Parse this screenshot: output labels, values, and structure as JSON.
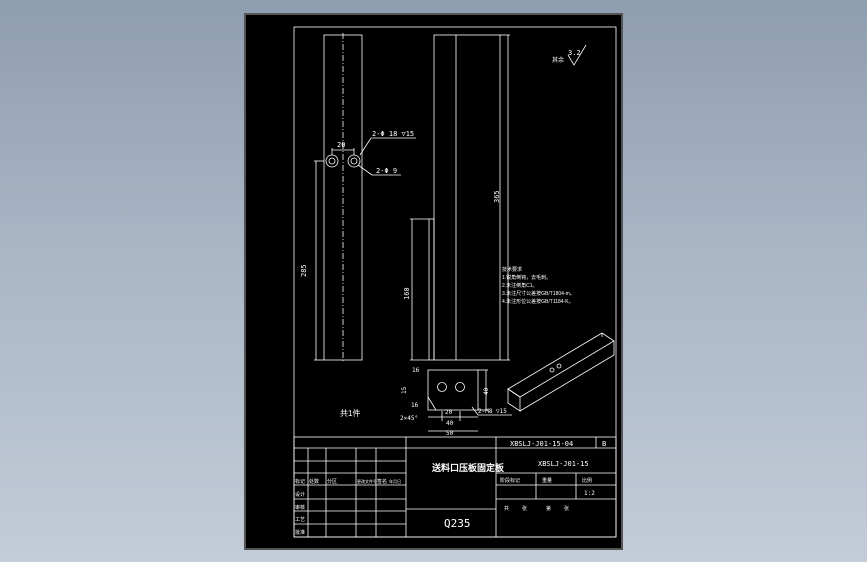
{
  "drawing": {
    "colors": {
      "background": "#000000",
      "line": "#ffffff",
      "surround": "#a3b0c0"
    },
    "dimensions": {
      "hole_spacing": "20",
      "counterbore": "2-Φ 18 ▽15",
      "through_hole": "2-Φ 9",
      "overall_length": "365",
      "hole_to_end": "285",
      "slot_length": "160",
      "section_offset": "16",
      "section_small": "15",
      "section_height": "40",
      "section_inner": "16",
      "chamfer": "2×45°",
      "thread": "2-M8 ▽15",
      "width_inner": "20",
      "width_mid": "40",
      "width_outer": "50"
    },
    "surface_finish": {
      "value": "3.2",
      "note": "其余"
    },
    "tech_notes_heading": "技术要求",
    "tech_notes": [
      "1.锐角倒钝，去毛刺。",
      "2.未注倒角C1。",
      "3.未注尺寸公差按GB/T1804-m。",
      "4.未注形位公差按GB/T1184-K。"
    ],
    "side_label": "共1件",
    "title_block": {
      "drawing_code": "XBSLJ-J01-15-04",
      "sheet_mark": "B",
      "part_name": "送料口压板固定板",
      "assembly_code": "XBSLJ-J01-15",
      "material": "Q235",
      "scale_hint": "1:2",
      "row_labels": [
        "标记",
        "设计",
        "审核",
        "工艺",
        "批准"
      ],
      "headers": [
        "处数",
        "分区",
        "更改文件号",
        "签名",
        "年月日"
      ],
      "right_headers": [
        "阶段标记",
        "重量",
        "比例"
      ],
      "sheet_labels": [
        "共",
        "张",
        "第",
        "张"
      ]
    }
  }
}
